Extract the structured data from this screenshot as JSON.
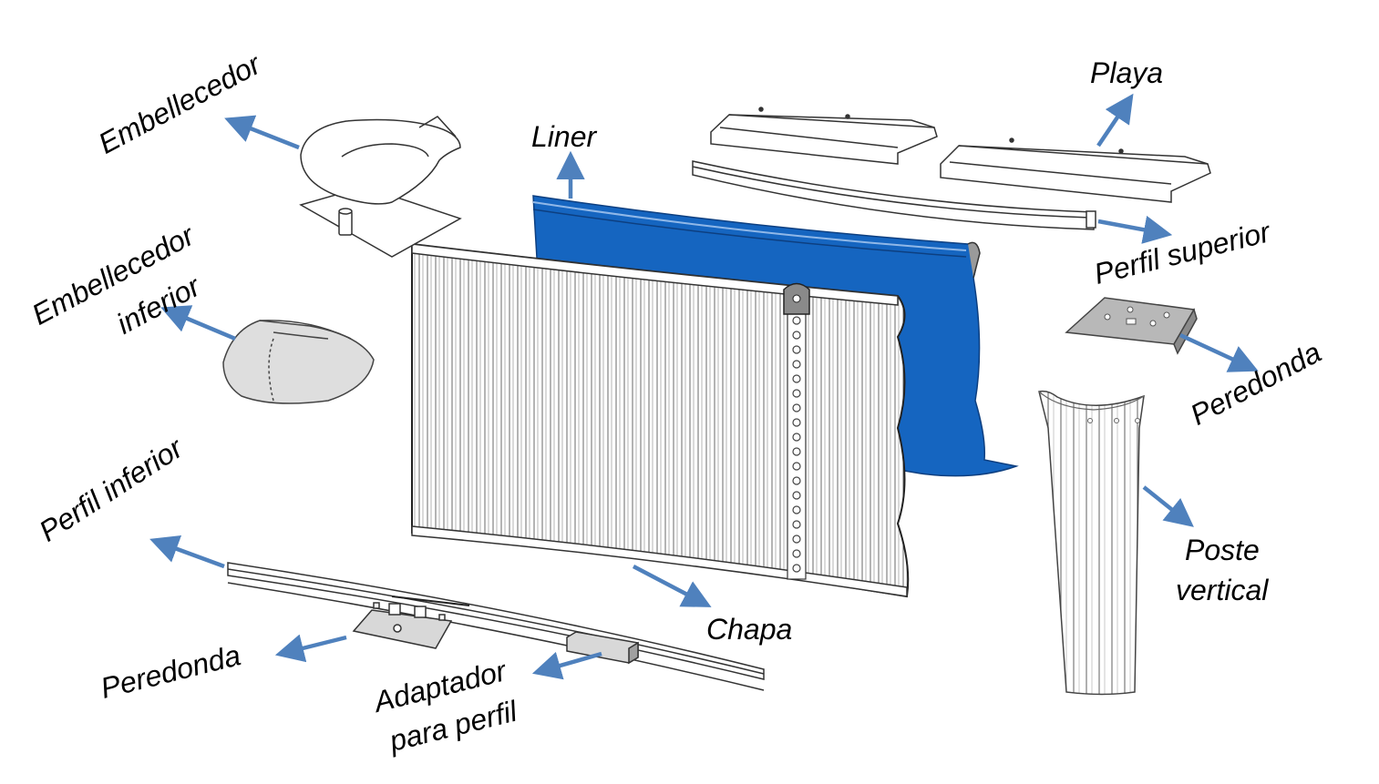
{
  "colors": {
    "arrow": "#4f81bd",
    "liner": "#1565c0",
    "line": "#333333",
    "part_fill": "#ffffff",
    "grey_fill": "#dedede"
  },
  "labels": {
    "embellecedor": "Embellecedor",
    "embellecedor_inferior_1": "Embellecedor",
    "embellecedor_inferior_2": "inferior",
    "liner": "Liner",
    "playa": "Playa",
    "perfil_superior": "Perfil superior",
    "peredonda_right": "Peredonda",
    "poste_vertical_1": "Poste",
    "poste_vertical_2": "vertical",
    "perfil_inferior": "Perfil inferior",
    "chapa": "Chapa",
    "peredonda_left": "Peredonda",
    "adaptador_1": "Adaptador",
    "adaptador_2": "para perfil"
  }
}
